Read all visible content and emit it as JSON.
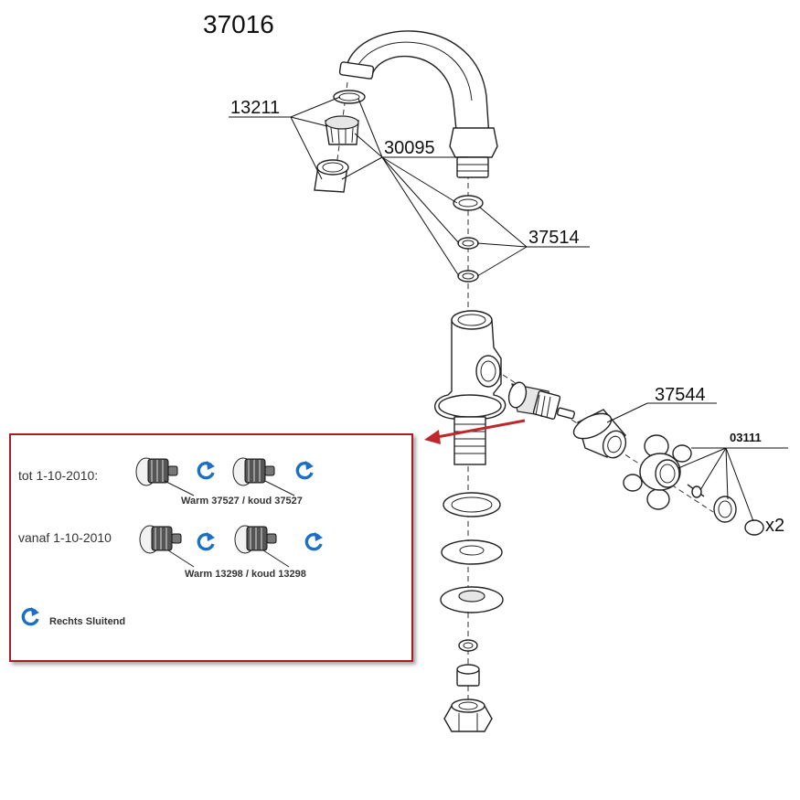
{
  "title": "37016",
  "callouts": {
    "c13211": "13211",
    "c30095": "30095",
    "c37514": "37514",
    "c37544": "37544",
    "c03111": "03111",
    "x2": "x2"
  },
  "info_box": {
    "row1_label": "tot 1-10-2010:",
    "row1_caption": "Warm 37527 / koud 37527",
    "row2_label": "vanaf 1-10-2010",
    "row2_caption": "Warm 13298 / koud 13298",
    "legend_label": "Rechts Sluitend"
  },
  "colors": {
    "box_border": "#a61f24",
    "arrow": "#c0272d",
    "rotate_icon": "#1b6fc4"
  },
  "icons": [
    "cartridge-icon",
    "clockwise-rotate-icon"
  ]
}
